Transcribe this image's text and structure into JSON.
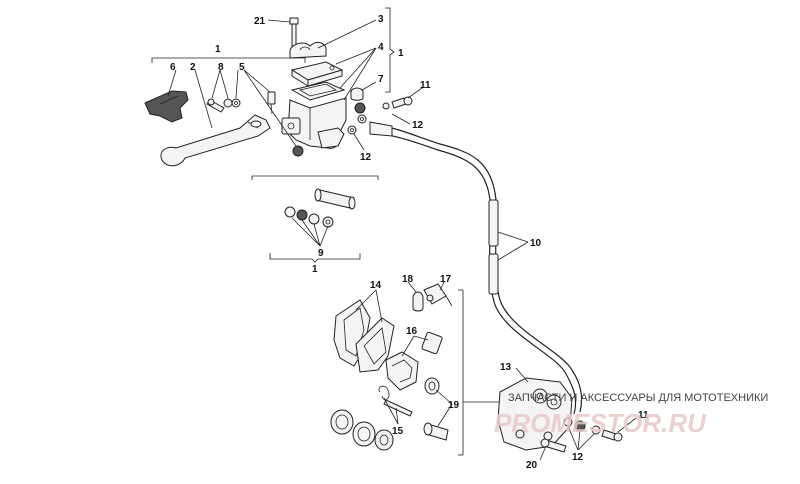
{
  "callouts": {
    "c1a": "1",
    "c1b": "1",
    "c1c": "1",
    "c2": "2",
    "c3": "3",
    "c4": "4",
    "c5": "5",
    "c6": "6",
    "c7": "7",
    "c8": "8",
    "c9": "9",
    "c10": "10",
    "c11a": "11",
    "c11b": "11",
    "c12a": "12",
    "c12b": "12",
    "c12c": "12",
    "c13": "13",
    "c14": "14",
    "c15": "15",
    "c16": "16",
    "c17": "17",
    "c18": "18",
    "c19": "19",
    "c20": "20",
    "c21": "21"
  },
  "watermark": {
    "tagline": "ЗАПЧАСТИ И АКСЕССУАРЫ ДЛЯ МОТОТЕХНИКИ",
    "logo": "PROMESTOR.RU"
  }
}
